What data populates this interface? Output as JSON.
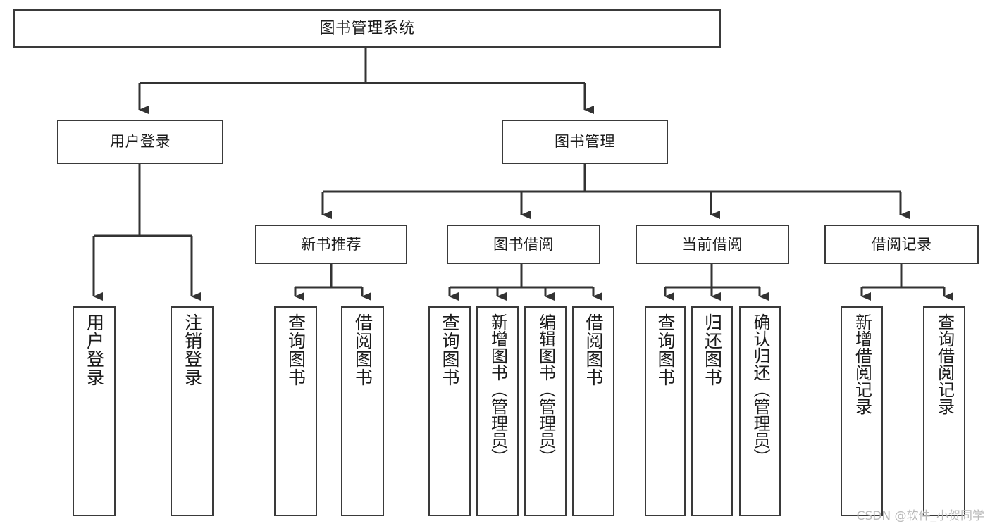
{
  "diagram": {
    "title": "图书管理系统",
    "type": "tree",
    "colors": {
      "background": "#ffffff",
      "box_border": "#3a3a3a",
      "box_fill": "#ffffff",
      "connector": "#333333",
      "text": "#1b1b1b",
      "watermark": "#b9b9b9"
    },
    "root": {
      "label": "图书管理系统"
    },
    "level2": [
      {
        "label": "用户登录"
      },
      {
        "label": "图书管理"
      }
    ],
    "level3": [
      {
        "label": "新书推荐"
      },
      {
        "label": "图书借阅"
      },
      {
        "label": "当前借阅"
      },
      {
        "label": "借阅记录"
      }
    ],
    "leaves": {
      "user_login": [
        {
          "label": "用户登录"
        },
        {
          "label": "注销登录"
        }
      ],
      "new_book_recommend": [
        {
          "label": "查询图书"
        },
        {
          "label": "借阅图书"
        }
      ],
      "book_borrow": [
        {
          "label": "查询图书"
        },
        {
          "label": "新增图书（管理员）"
        },
        {
          "label": "编辑图书（管理员）"
        },
        {
          "label": "借阅图书"
        }
      ],
      "current_borrow": [
        {
          "label": "查询图书"
        },
        {
          "label": "归还图书"
        },
        {
          "label": "确认归还（管理员）"
        }
      ],
      "borrow_record": [
        {
          "label": "新增借阅记录"
        },
        {
          "label": "查询借阅记录"
        }
      ]
    }
  },
  "watermark": {
    "text": "CSDN @软件_小贺同学"
  }
}
